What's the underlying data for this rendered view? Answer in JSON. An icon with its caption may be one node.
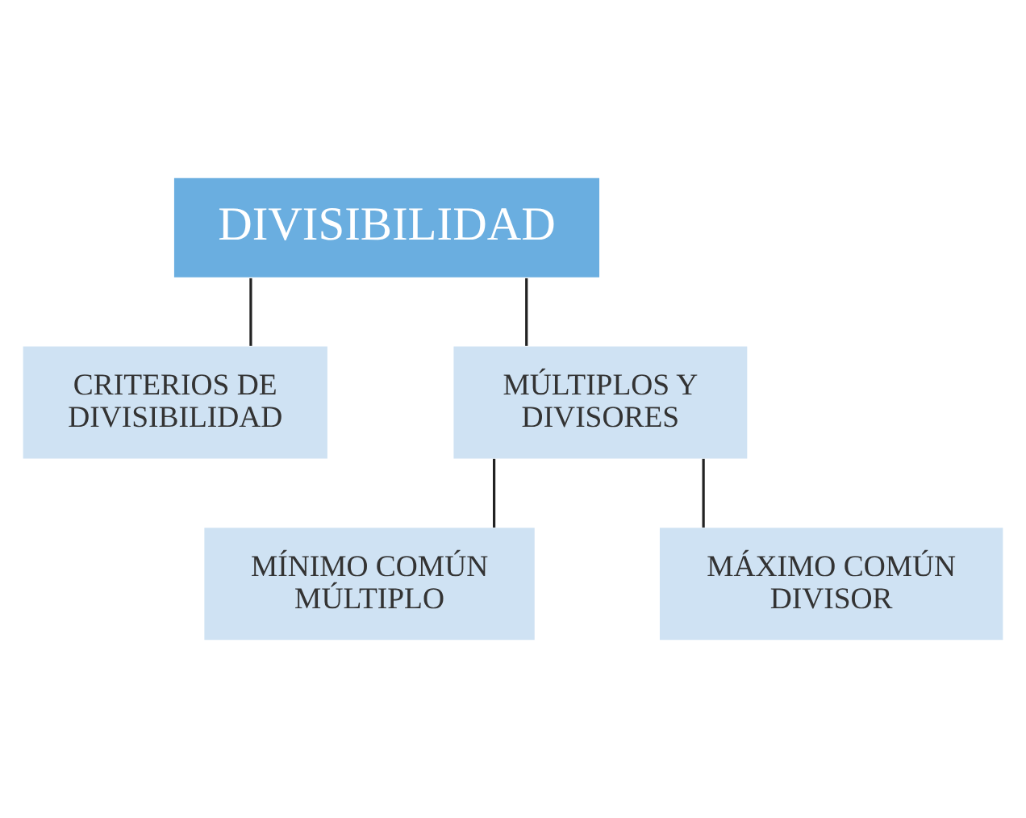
{
  "diagram": {
    "nodes": [
      {
        "text": [
          "DIVISIBILIDAD"
        ]
      },
      {
        "text": [
          "CRITERIOS DE DIVISIBILIDAD"
        ]
      },
      {
        "text": [
          "MÚLTIPLOS Y DIVISORES"
        ]
      },
      {
        "text": [
          "MÍNIMO COMÚN MÚLTIPLO"
        ]
      },
      {
        "text": [
          "MÁXIMO COMÚN DIVISOR"
        ]
      }
    ],
    "edges": [
      {
        "from": 0,
        "to": 1,
        "arrow": "none"
      },
      {
        "from": 0,
        "to": 2,
        "arrow": "none"
      },
      {
        "from": 2,
        "to": 3,
        "arrow": "none"
      },
      {
        "from": 2,
        "to": 4,
        "arrow": "none"
      }
    ]
  }
}
